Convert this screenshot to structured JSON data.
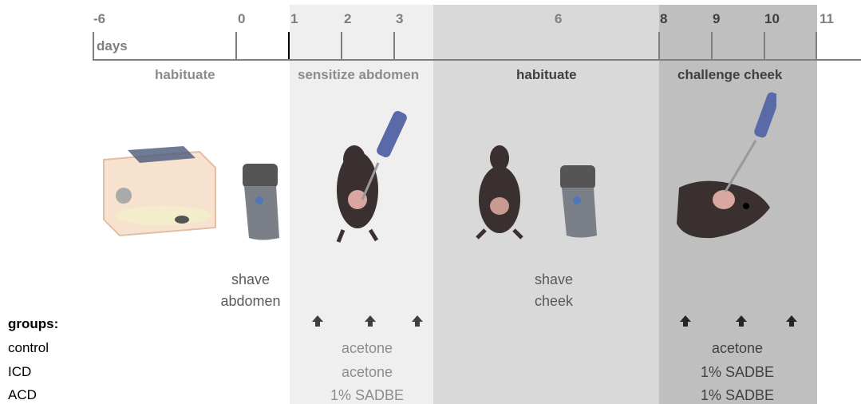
{
  "timeline": {
    "axis_label": "days",
    "ticks": [
      "-6",
      "0",
      "1",
      "2",
      "3",
      "6",
      "8",
      "9",
      "10",
      "11"
    ]
  },
  "phases": {
    "habituate_1": "habituate",
    "sensitize": "sensitize abdomen",
    "habituate_2": "habituate",
    "challenge": "challenge cheek"
  },
  "captions": {
    "shave_abdomen": [
      "shave",
      "abdomen"
    ],
    "shave_cheek": [
      "shave",
      "cheek"
    ]
  },
  "groups": {
    "title": "groups:",
    "names": [
      "control",
      "ICD",
      "ACD"
    ]
  },
  "treatments": {
    "sensitize": [
      "acetone",
      "acetone",
      "1% SADBE"
    ],
    "challenge": [
      "acetone",
      "1% SADBE",
      "1% SADBE"
    ]
  },
  "colors": {
    "band_sensitize": "#efefef",
    "band_habituate": "#d9d9d9",
    "band_challenge": "#bfbfbf",
    "text_grey": "#7f7f7f",
    "text_dark": "#404040"
  }
}
